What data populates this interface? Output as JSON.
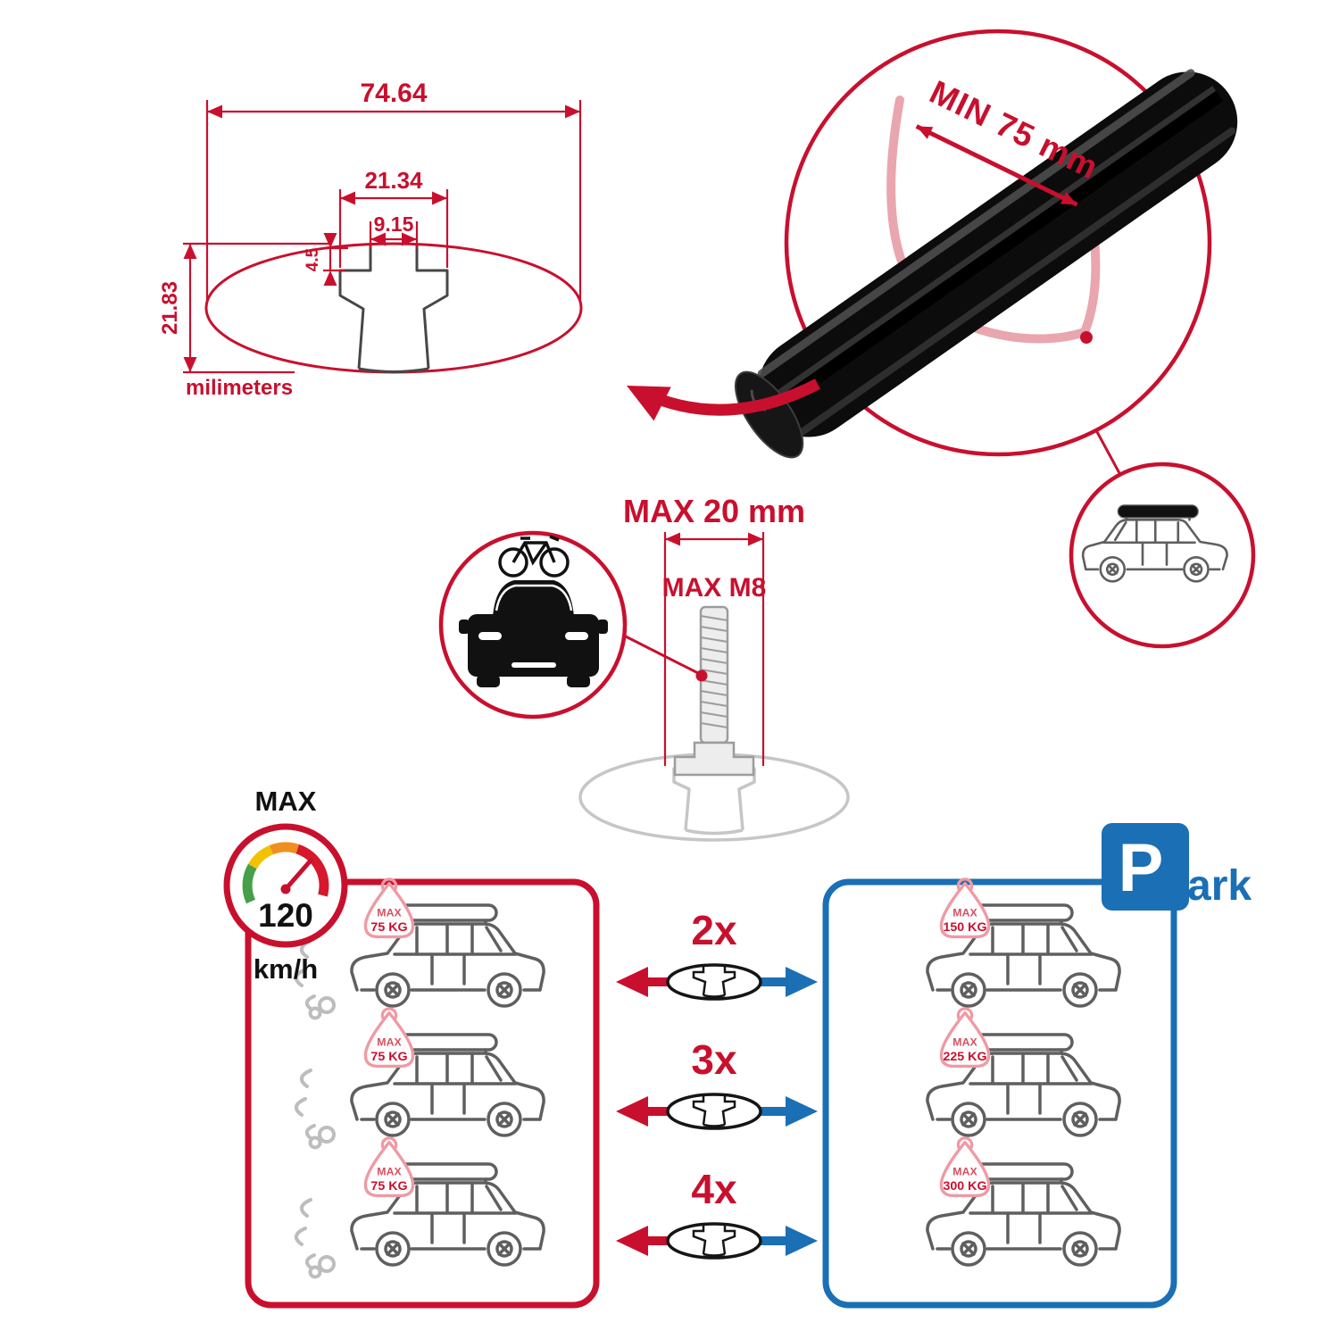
{
  "colors": {
    "accent_red": "#c8102e",
    "accent_blue": "#1a6fb5",
    "clamp_pink": "#e9a6ae",
    "line_gray": "#5f5f5f",
    "light_gray": "#c6c6c6"
  },
  "cross_section_diagram": {
    "total_width": "74.64",
    "channel_width": "21.34",
    "slot_width": "9.15",
    "lip_height": "4.5",
    "profile_height": "21.83",
    "units_label": "milimeters"
  },
  "crossbar_detail": {
    "min_span_label": "MIN 75 mm"
  },
  "bolt_diagram": {
    "max_length_label": "MAX 20 mm",
    "max_thread_label": "MAX M8"
  },
  "speed_limit": {
    "title": "MAX",
    "value": "120",
    "unit": "km/h"
  },
  "parking_sign": {
    "letter": "P",
    "suffix": "ark"
  },
  "load_comparison": {
    "multipliers": [
      "2x",
      "3x",
      "4x"
    ],
    "driving_loads": [
      {
        "label": "MAX",
        "value": "75 KG"
      },
      {
        "label": "MAX",
        "value": "75 KG"
      },
      {
        "label": "MAX",
        "value": "75 KG"
      }
    ],
    "parked_loads": [
      {
        "label": "MAX",
        "value": "150 KG"
      },
      {
        "label": "MAX",
        "value": "225 KG"
      },
      {
        "label": "MAX",
        "value": "300 KG"
      }
    ]
  }
}
